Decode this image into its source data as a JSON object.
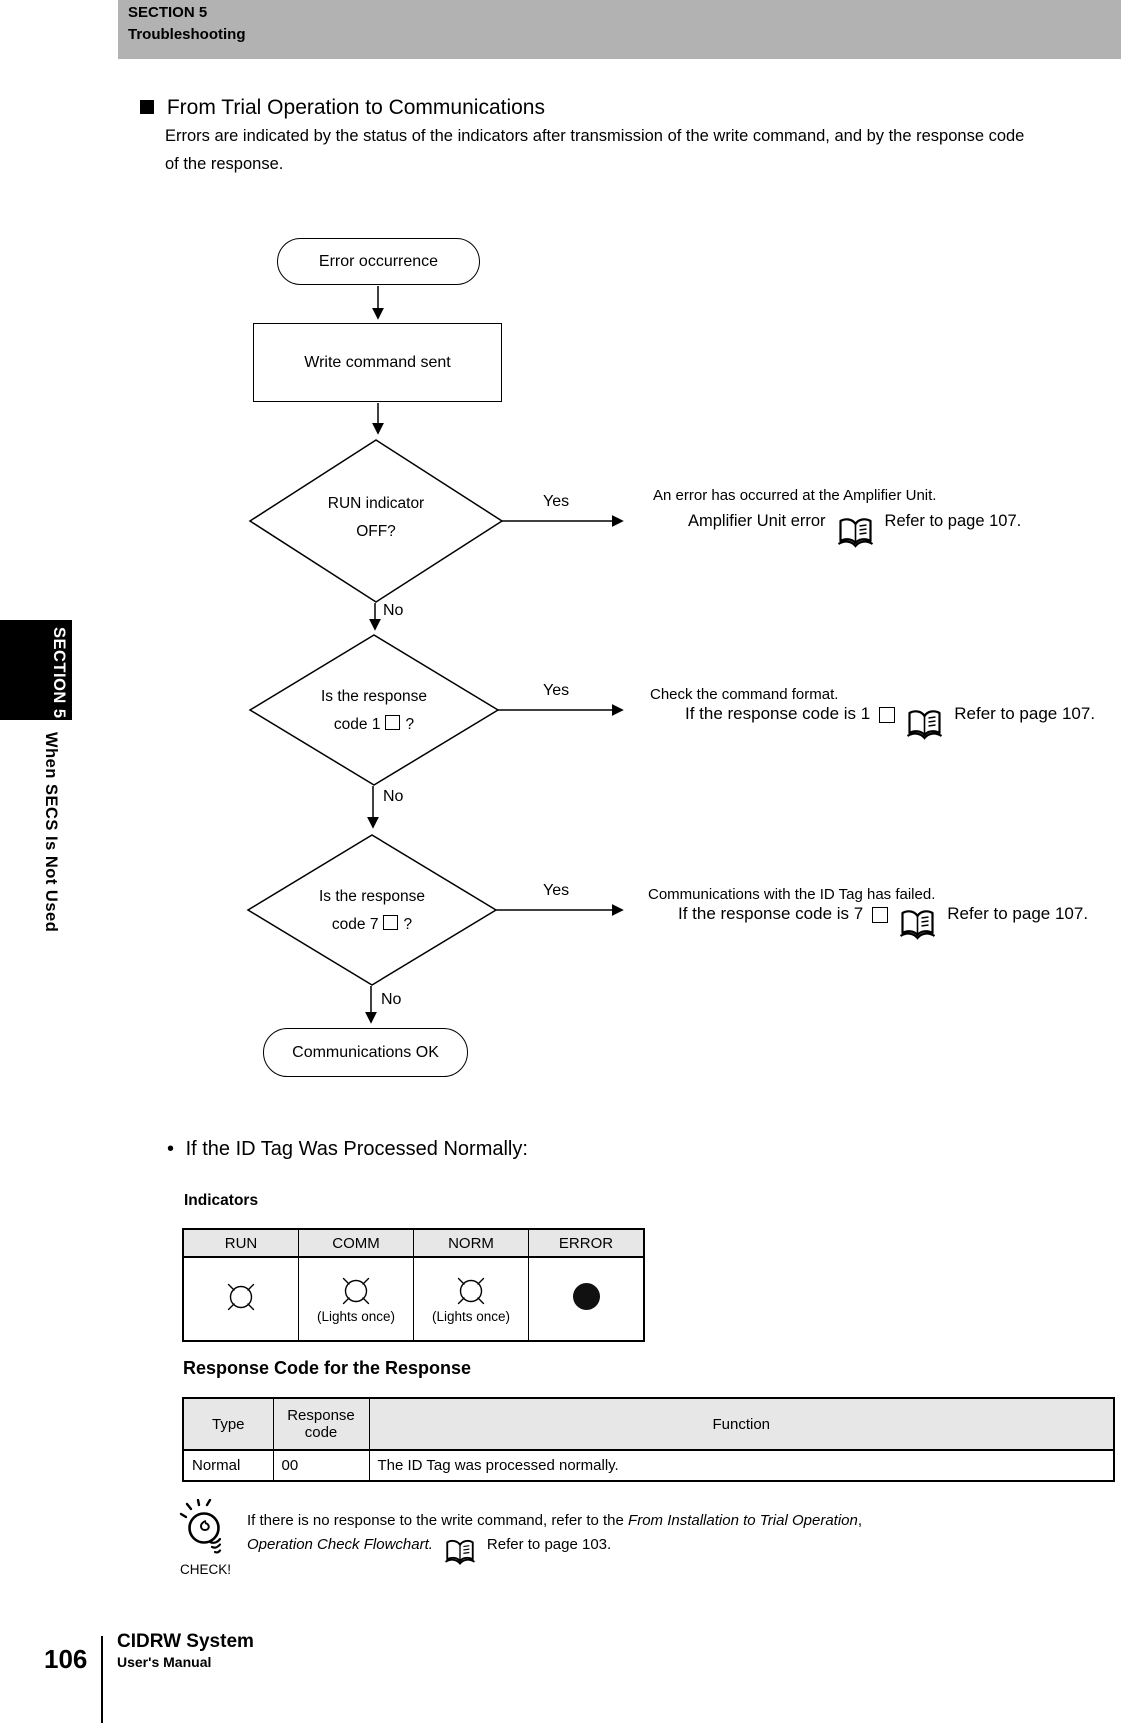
{
  "colors": {
    "header_bar_bg": "#b2b2b2",
    "table_header_bg": "#e7e7e7",
    "ink": "#000000"
  },
  "page_header": {
    "section": "SECTION 5",
    "subtitle": "Troubleshooting"
  },
  "side_tab": {
    "section": "SECTION 5",
    "label": "When SECS Is Not Used"
  },
  "main": {
    "heading": "From Trial Operation to Communications",
    "intro": "Errors are indicated by the status of the indicators after transmission of the write command, and by the response code of the response."
  },
  "flowchart": {
    "start": "Error occurrence",
    "process": "Write command sent",
    "end": "Communications OK",
    "decisions": [
      {
        "q1": "RUN indicator",
        "q2": "OFF?",
        "yes": "Yes",
        "no": "No",
        "note1": "An error has occurred at the Amplifier Unit.",
        "note2": "Amplifier Unit error",
        "ref": "Refer to page 107."
      },
      {
        "q1": "Is the response",
        "q2": "code 1",
        "qmark": "?",
        "yes": "Yes",
        "no": "No",
        "note1": "Check the command format.",
        "note2": "If the response code is 1",
        "ref": "Refer to page 107."
      },
      {
        "q1": "Is the response",
        "q2": "code 7",
        "qmark": "?",
        "yes": "Yes",
        "no": "No",
        "note1": "Communications with the ID Tag has failed.",
        "note2": "If the response code is 7",
        "ref": "Refer to page 107."
      }
    ]
  },
  "normal_section": {
    "bullet": "•",
    "heading": "If the ID Tag Was Processed Normally:",
    "indicators": {
      "title": "Indicators",
      "columns": [
        "RUN",
        "COMM",
        "NORM",
        "ERROR"
      ],
      "cells": [
        {
          "icon": "lamp-lit-icon",
          "caption": ""
        },
        {
          "icon": "lamp-lit-icon",
          "caption": "(Lights once)"
        },
        {
          "icon": "lamp-lit-icon",
          "caption": "(Lights once)"
        },
        {
          "icon": "lamp-off-icon",
          "caption": ""
        }
      ]
    },
    "response_table": {
      "title": "Response Code for the Response",
      "headers": [
        "Type",
        "Response code",
        "Function"
      ],
      "row": {
        "type": "Normal",
        "code": "00",
        "function": "The ID Tag was processed normally."
      }
    }
  },
  "check_note": {
    "label": "CHECK!",
    "line1_a": "If there is no response to the write command, refer to the ",
    "line1_b": "From Installation to Trial Operation",
    "line1_c": ",",
    "line2_a": "Operation Check Flowchart.",
    "line2_b": "Refer to page 103."
  },
  "footer": {
    "page_number": "106",
    "product": "CIDRW System",
    "doc_type": "User's Manual"
  }
}
